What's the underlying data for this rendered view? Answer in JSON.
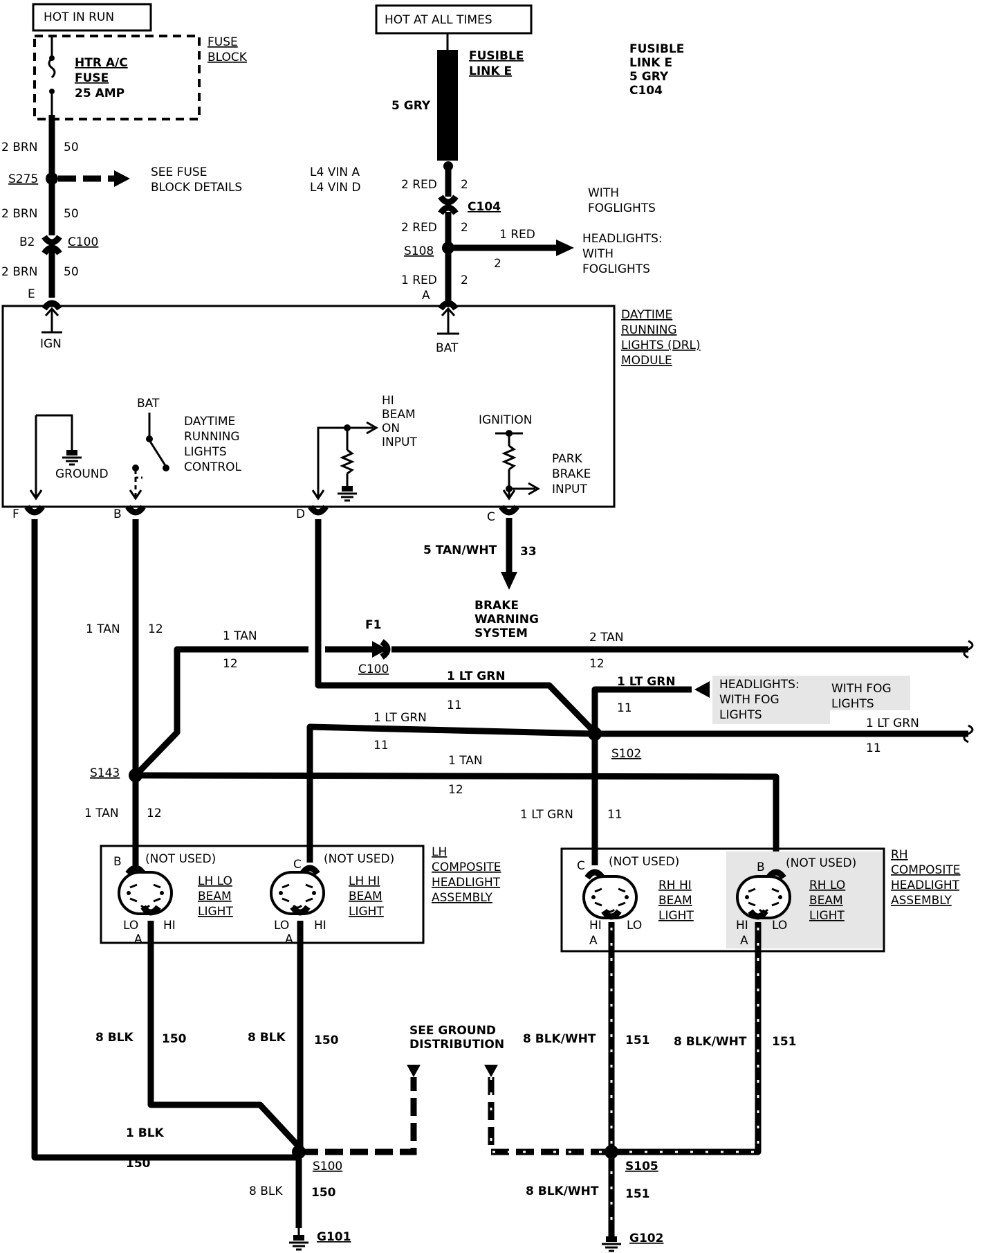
{
  "labels": {
    "hot_in_run": "HOT IN RUN",
    "hot_at_all_times": "HOT AT ALL TIMES",
    "fuse_block": [
      "FUSE",
      "BLOCK"
    ],
    "fuse": [
      "HTR A/C",
      "FUSE",
      "25 AMP"
    ],
    "fusible_link_label": [
      "FUSIBLE",
      "LINK E"
    ],
    "fusible_link_note": [
      "FUSIBLE",
      "LINK E",
      "5 GRY",
      "C104"
    ],
    "five_gry": "5 GRY",
    "brn_left_1": "2 BRN",
    "brn_right_1": "50",
    "s275": "S275",
    "see_fuse": [
      "SEE FUSE",
      "BLOCK DETAILS"
    ],
    "brn_left_2": "2 BRN",
    "brn_right_2": "50",
    "b2": "B2",
    "c100_top": "C100",
    "brn_left_3": "2 BRN",
    "brn_right_3": "50",
    "pin_e": "E",
    "vin": [
      "L4 VIN A",
      "L4 VIN D"
    ],
    "red_left_1": "2 RED",
    "red_right_1": "2",
    "c104": "C104",
    "red_left_2": "2 RED",
    "red_right_2": "2",
    "with_foglights": [
      "WITH",
      "FOGLIGHTS"
    ],
    "s108": "S108",
    "one_red": "1 RED",
    "two": "2",
    "headlights_fog": [
      "HEADLIGHTS:",
      "WITH",
      "FOGLIGHTS"
    ],
    "red_left_3": "1 RED",
    "red_right_3": "2",
    "pin_a_bat": "A",
    "ign": "IGN",
    "bat": "BAT",
    "drl_module": [
      "DAYTIME",
      "RUNNING",
      "LIGHTS (DRL)",
      "MODULE"
    ],
    "bat_switch": "BAT",
    "drl_control": [
      "DAYTIME",
      "RUNNING",
      "LIGHTS",
      "CONTROL"
    ],
    "ground": "GROUND",
    "hi_beam": [
      "HI",
      "BEAM",
      "ON",
      "INPUT"
    ],
    "ignition": "IGNITION",
    "park_brake": [
      "PARK",
      "BRAKE",
      "INPUT"
    ],
    "pin_f": "F",
    "pin_b": "B",
    "pin_d": "D",
    "pin_c": "C",
    "tan_wht_left": "5 TAN/WHT",
    "tan_wht_right": "33",
    "brake_warning": [
      "BRAKE",
      "WARNING",
      "SYSTEM"
    ],
    "tan_v_left": "1 TAN",
    "tan_v_right": "12",
    "tan_mid_top": "1 TAN",
    "tan_mid_bot": "12",
    "f1": "F1",
    "c100_mid": "C100",
    "tan_right_top": "2 TAN",
    "tan_right_bot": "12",
    "ltgrn_d_top": "1 LT GRN",
    "ltgrn_d_bot": "11",
    "ltgrn_fog_top": "1 LT GRN",
    "ltgrn_fog_bot": "11",
    "headlights_with_fog": [
      "HEADLIGHTS:",
      "WITH FOG",
      "LIGHTS"
    ],
    "with_fog_lights": [
      "WITH FOG",
      "LIGHTS"
    ],
    "ltgrn_lh_top": "1 LT GRN",
    "ltgrn_lh_bot": "11",
    "s102": "S102",
    "ltgrn_r_top": "1 LT GRN",
    "ltgrn_r_bot": "11",
    "s143": "S143",
    "tan_s143_top": "1 TAN",
    "tan_s143_bot": "12",
    "tan_lo_left": "1 TAN",
    "tan_lo_right": "12",
    "ltgrn_rh_left": "1 LT GRN",
    "ltgrn_rh_right": "11",
    "lh_assembly": [
      "LH",
      "COMPOSITE",
      "HEADLIGHT",
      "ASSEMBLY"
    ],
    "rh_assembly": [
      "RH",
      "COMPOSITE",
      "HEADLIGHT",
      "ASSEMBLY"
    ],
    "not_used": "(NOT USED)",
    "lh_lo_beam": [
      "LH LO",
      "BEAM",
      "LIGHT"
    ],
    "lh_hi_beam": [
      "LH HI",
      "BEAM",
      "LIGHT"
    ],
    "rh_hi_beam": [
      "RH HI",
      "BEAM",
      "LIGHT"
    ],
    "rh_lo_beam": [
      "RH LO",
      "BEAM",
      "LIGHT"
    ],
    "pin_b_lh": "B",
    "pin_c_lh": "C",
    "pin_c_rh": "C",
    "pin_b_rh": "B",
    "lo": "LO",
    "hi": "HI",
    "pin_a": "A",
    "blk_1_left": "8 BLK",
    "blk_1_right": "150",
    "blk_2_left": "8 BLK",
    "blk_2_right": "150",
    "see_ground": [
      "SEE GROUND",
      "DISTRIBUTION"
    ],
    "bw_1_left": "8 BLK/WHT",
    "bw_1_right": "151",
    "bw_2_left": "8 BLK/WHT",
    "bw_2_right": "151",
    "one_blk": "1 BLK",
    "one_blk_num": "150",
    "s100": "S100",
    "s105": "S105",
    "g_blk_left": "8 BLK",
    "g_blk_right": "150",
    "g_bw_left": "8 BLK/WHT",
    "g_bw_right": "151",
    "g101": "G101",
    "g102": "G102"
  }
}
